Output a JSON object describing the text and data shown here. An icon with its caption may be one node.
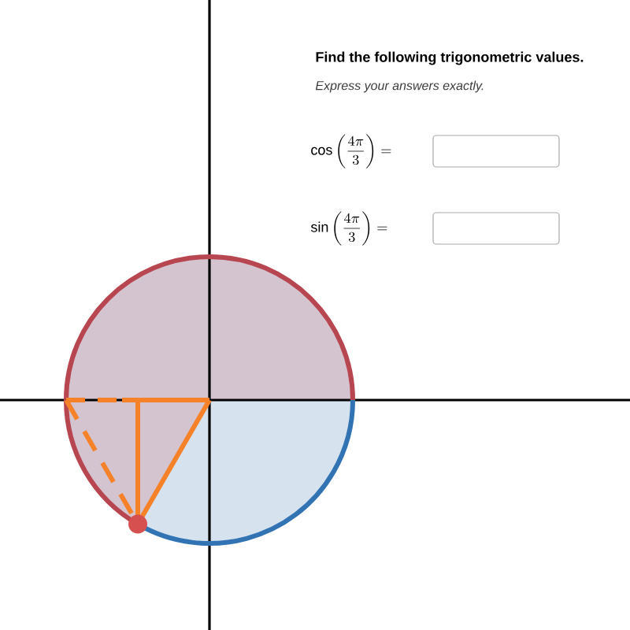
{
  "diagram": {
    "labels": [
      "Find the following trigonometric values.",
      "Express your answers exactly.",
      "\\cos\\left(\\dfrac{4\\pi}{3}\\right)=",
      "\\sin\\left(\\dfrac{4\\pi}{3}\\right)="
    ]
  }
}
